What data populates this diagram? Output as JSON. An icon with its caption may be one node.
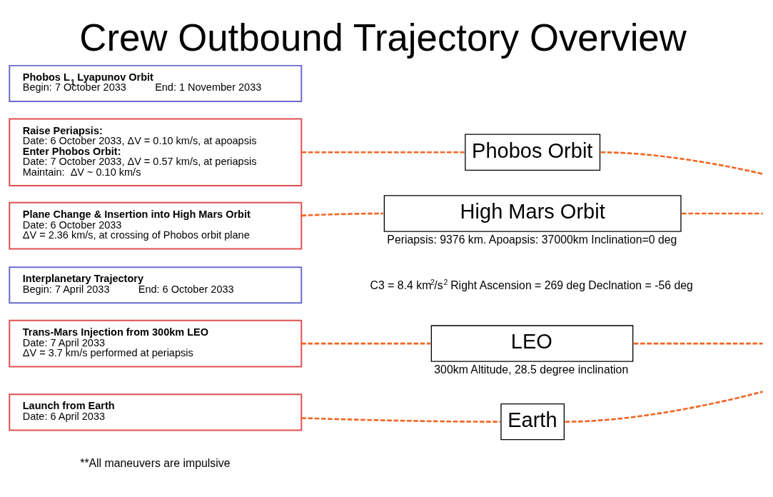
{
  "diagram": {
    "title": "Crew Outbound Trajectory Overview",
    "nodes": [
      {
        "text": [
          "Phobos L$_{1}$ Lyapunov Orbit",
          "Begin: 7 October 2033",
          "End: 1 November 2033"
        ]
      },
      {
        "text": [
          "Raise Periapsis:",
          "Date: 6 October 2033, ΔV = 0.10 km/s, at apoapsis",
          "Enter Phobos Orbit:",
          "Date: 7 October 2033, ΔV = 0.57 km/s, at periapsis",
          "Maintain:  ΔV ~ 0.10 km/s"
        ]
      },
      {
        "text": [
          "Phobos Orbit"
        ]
      },
      {
        "text": [
          "Plane Change & Insertion into High Mars Orbit",
          "Date: 6 October 2033",
          "ΔV = 2.36 km/s, at crossing of Phobos orbit plane"
        ]
      },
      {
        "text": [
          "High Mars Orbit"
        ],
        "beside": [
          "Periapsis: 9376 km. Apoapsis: 37000km Inclination=0 deg"
        ]
      },
      {
        "text": [
          "Interplanetary Trajectory",
          "Begin: 7 April 2033",
          "End: 6 October 2033"
        ]
      },
      {
        "text": [
          "Trans-Mars Injection from 300km LEO",
          "Date: 7 April 2033",
          "ΔV = 3.7 km/s performed at periapsis"
        ]
      },
      {
        "text": [
          "LEO"
        ],
        "beside": [
          "300km Altitude, 28.5 degree inclination"
        ]
      },
      {
        "text": [
          "Launch from Earth",
          "Date: 6 April 2033"
        ]
      },
      {
        "text": [
          "Earth"
        ]
      }
    ],
    "edges": [
      {
        "from": 1,
        "to": 2,
        "arrow": "none",
        "style": "dashed"
      },
      {
        "from": 2,
        "to": null,
        "arrow": "none",
        "style": "dashed"
      },
      {
        "from": 3,
        "to": 4,
        "arrow": "none",
        "style": "dashed"
      },
      {
        "from": 4,
        "to": null,
        "arrow": "none",
        "style": "dashed"
      },
      {
        "from": 6,
        "to": 7,
        "arrow": "none",
        "style": "dashed"
      },
      {
        "from": 7,
        "to": null,
        "arrow": "none",
        "style": "dashed"
      },
      {
        "from": 8,
        "to": 9,
        "arrow": "none",
        "style": "dashed"
      },
      {
        "from": 9,
        "to": null,
        "arrow": "none",
        "style": "dashed"
      }
    ],
    "labels": [
      "C3 = 8.4 km$^{2}$/s$^{2}$ Right Ascension = 269 deg Declnation = -56 deg",
      "**All maneuvers are impulsive"
    ]
  }
}
